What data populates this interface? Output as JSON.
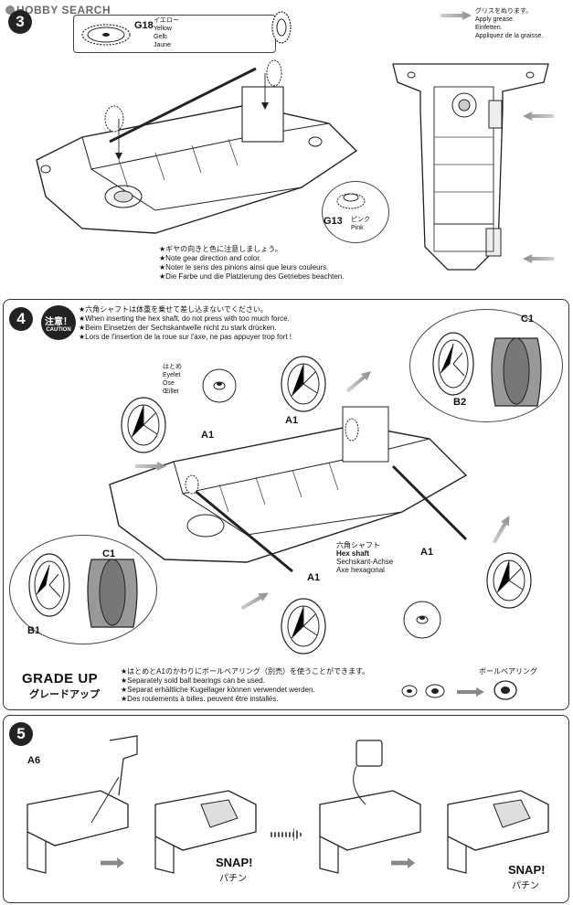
{
  "watermark": {
    "text": "HOBBY SEARCH"
  },
  "step3": {
    "number": "3",
    "g18": {
      "code": "G18",
      "jp": "イエロー",
      "en": "Yellow",
      "de": "Gelb",
      "fr": "Jaune"
    },
    "g13": {
      "code": "G13",
      "jp": "ピンク",
      "en": "Pink"
    },
    "grease": {
      "jp": "グリスをぬります。",
      "en": "Apply grease.",
      "de": "Einfetten.",
      "fr": "Appliquez de la graisse."
    },
    "notes": [
      "★ギヤの向きと色に注意しましょう。",
      "★Note gear direction and color.",
      "★Noter le sens des pinions ainsi que leurs couleurs.",
      "★Die Farbe und die Platzierung des Getriebes beachten."
    ]
  },
  "step4": {
    "number": "4",
    "caution": {
      "jp": "注意！",
      "en": "CAUTION"
    },
    "notes": [
      "★六角シャフトは体重を乗せて差し込まないでください。",
      "★When inserting the hex shaft, do not press with too much force.",
      "★Beim Einsetzen der Sechskantwelle nicht zu stark drücken.",
      "★Lors de l'insertion de la roue sur l'axe, ne pas appuyer trop fort !"
    ],
    "eyelet": {
      "jp": "はとめ",
      "en": "Eyelet",
      "de": "Öse",
      "fr": "Œillet"
    },
    "hex_shaft": {
      "jp": "六角シャフト",
      "en": "Hex shaft",
      "de": "Sechskant-Achse",
      "fr": "Axe hexagonal"
    },
    "labels": {
      "a1": "A1",
      "b1": "B1",
      "b2": "B2",
      "c1": "C1"
    }
  },
  "grade_up": {
    "title": "GRADE UP",
    "title_jp": "グレードアップ",
    "notes": [
      "★はとめとA1のかわりにボールベアリング（別売）を使うことができます。",
      "★Separately sold ball bearings can be used.",
      "★Separat erhältliche Kugellager können verwendet werden.",
      "★Des roulements à billes. peuvent être installés."
    ],
    "ball_bearing": "ボールベアリング"
  },
  "step5": {
    "number": "5",
    "a6": "A6",
    "snap_en": "SNAP!",
    "snap_jp": "パチン"
  }
}
